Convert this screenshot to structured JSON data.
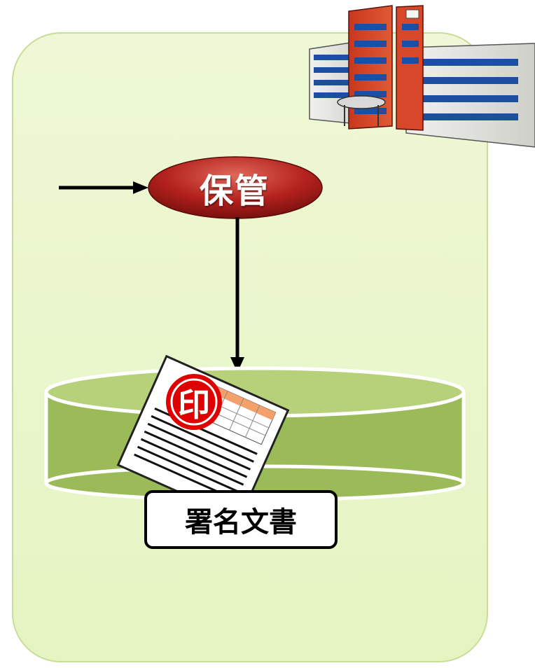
{
  "diagram": {
    "process_label": "保管",
    "storage_label": "署名文書",
    "stamp_char": "印"
  },
  "icons": {
    "building": "hospital-building-icon",
    "document": "signed-document-icon",
    "stamp": "seal-stamp-icon",
    "storage": "database-cylinder-icon"
  },
  "colors": {
    "panel": "#e6f4c2",
    "pill": "#b3211d",
    "cylinder": "#9bbb59",
    "stamp": "#e00000"
  }
}
